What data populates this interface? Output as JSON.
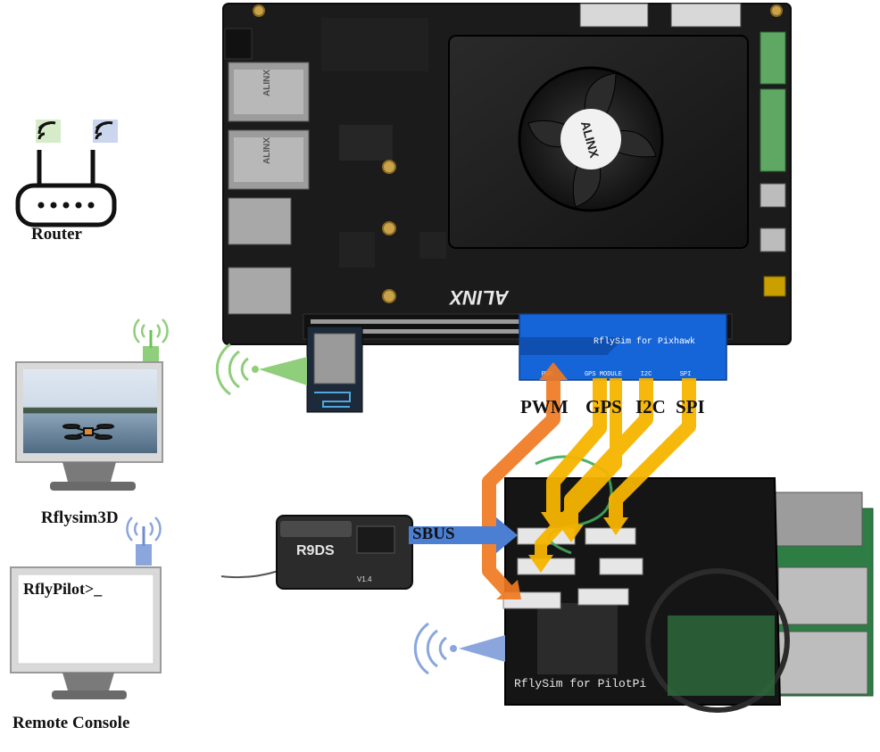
{
  "labels": {
    "router": "Router",
    "rflysim3d": "Rflysim3D",
    "remote_console": "Remote Console",
    "console_prompt": "RflyPilot>_",
    "pwm": "PWM",
    "gps": "GPS",
    "i2c": "I2C",
    "spi": "SPI",
    "sbus": "SBUS"
  },
  "board_top": {
    "brand": "ALINX",
    "fan_brand": "ALINX",
    "eth_label_1": "ALINX",
    "eth_label_2": "ALINX"
  },
  "pixhawk_adapter": {
    "title": "RflySim for Pixhawk",
    "ports": [
      "PWM",
      "GPS MODULE",
      "I2C",
      "SPI"
    ]
  },
  "receiver": {
    "model": "R9DS",
    "footer": "V1.4"
  },
  "pilotpi": {
    "title": "RflySim for PilotPi"
  },
  "colors": {
    "pcb_black": "#1c1c1c",
    "adapter_blue": "#1565d8",
    "pwm_orange": "#f07a22",
    "bus_yellow": "#f7b500",
    "sbus_blue": "#4a7fd4",
    "wifi_green": "#8fce7a",
    "wifi_blue": "#8aa6dc",
    "signal_green": "#6fbf5a"
  },
  "icons": [
    "router-icon",
    "wifi-icon",
    "monitor-icon",
    "antenna-icon",
    "drone-icon",
    "fan-icon"
  ]
}
